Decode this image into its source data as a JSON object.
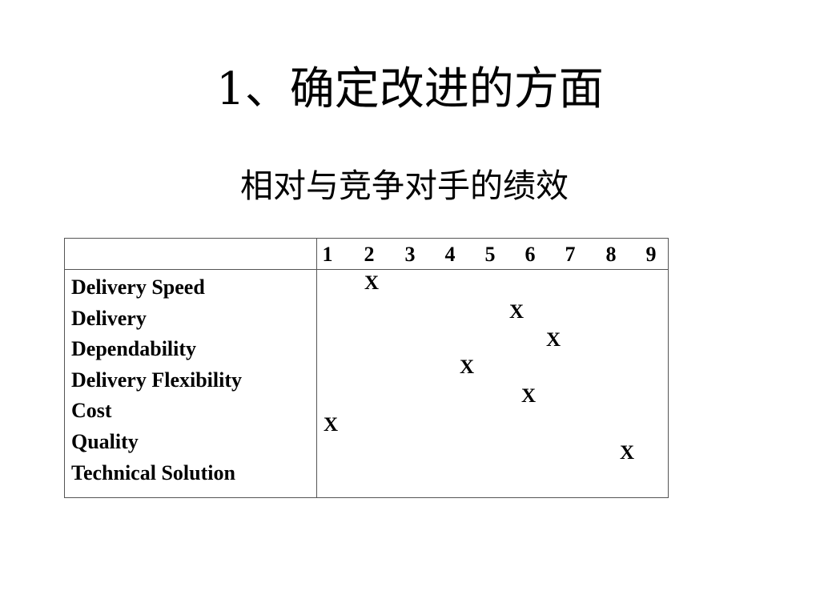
{
  "slide": {
    "title": "1、确定改进的方面",
    "subtitle": "相对与竞争对手的绩效"
  },
  "table": {
    "header_left": "",
    "scale": [
      "1",
      "2",
      "3",
      "4",
      "5",
      "6",
      "7",
      "8",
      "9"
    ],
    "attribute_lines": [
      "Delivery Speed",
      "Delivery",
      "Dependability",
      "Delivery Flexibility",
      "Cost",
      "Quality",
      "Technical Solution"
    ],
    "mark_symbol": "X"
  }
}
